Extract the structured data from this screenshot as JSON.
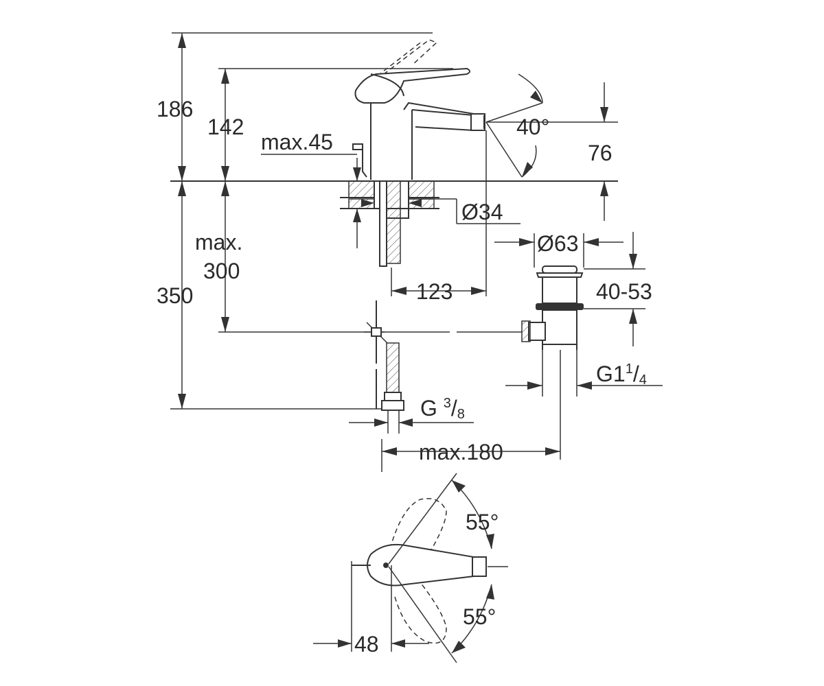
{
  "labels": {
    "height_total": "186",
    "height_spout": "142",
    "max_thickness": "max.45",
    "angle_spout": "40°",
    "spout_height": "76",
    "diameter_base": "Ø34",
    "max_depth_label": "max.",
    "max_depth_value": "300",
    "total_depth": "350",
    "diameter_waste": "Ø63",
    "waste_range": "40-53",
    "reach": "123",
    "thread_waste_main": "G1",
    "thread_waste_num": "1",
    "thread_waste_den": "4",
    "thread_supply_main": "G ",
    "thread_supply_num": "3",
    "thread_supply_den": "8",
    "max_distance": "max.180",
    "angle_left": "55°",
    "angle_right": "55°",
    "lever_offset": "48"
  }
}
